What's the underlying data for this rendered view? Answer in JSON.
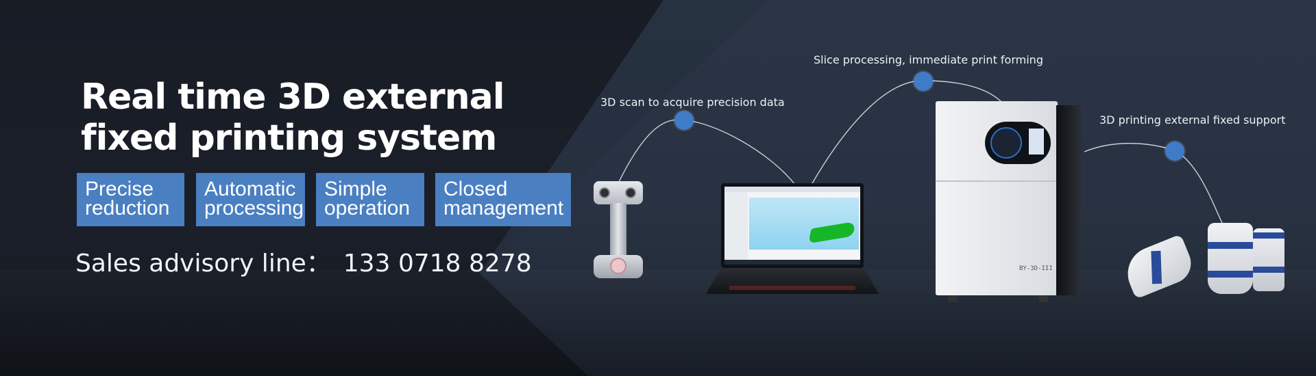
{
  "banner": {
    "title_lines": [
      "Real time 3D external",
      "fixed printing system"
    ],
    "tags": [
      {
        "line1": "Precise",
        "line2": "reduction"
      },
      {
        "line1": "Automatic",
        "line2": "processing"
      },
      {
        "line1": "Simple",
        "line2": "operation"
      },
      {
        "line1": "Closed",
        "line2": "management"
      }
    ],
    "sales_label": "Sales advisory line：",
    "sales_phone": "133 0718 8278"
  },
  "captions": {
    "scan": "3D scan to acquire precision data",
    "slice": "Slice processing, immediate print forming",
    "print": "3D printing external fixed support"
  },
  "printer": {
    "model_label": "BY-3D-III"
  },
  "colors": {
    "tag_bg": "#4a7fc2",
    "dot": "#3f7bc8",
    "background_dark": "#1a1f29",
    "background_panel": "#283242"
  },
  "icons": {
    "scanner": "handheld-3d-scanner-icon",
    "laptop": "laptop-software-icon",
    "printer": "3d-printer-icon",
    "braces": "orthopedic-brace-icon"
  }
}
